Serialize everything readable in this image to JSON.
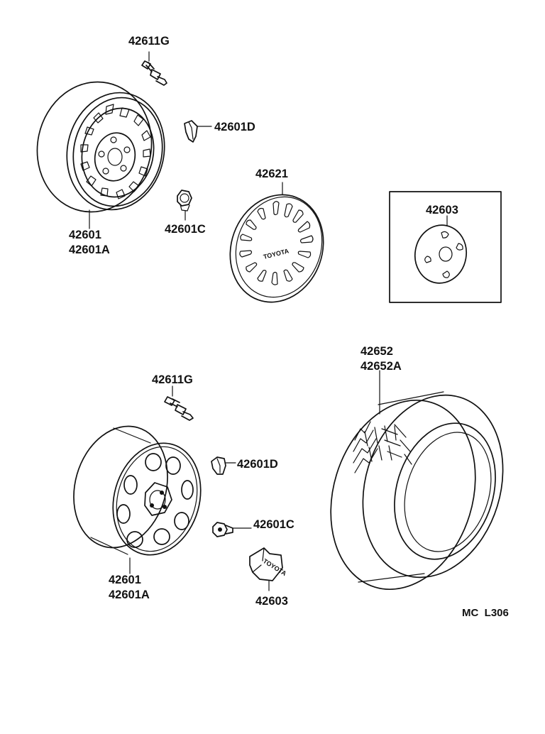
{
  "labels": {
    "valve_top": "42611G",
    "weight_top": "42601D",
    "nut_top": "42601C",
    "wheel_top_1": "42601",
    "wheel_top_2": "42601A",
    "wheel_cover": "42621",
    "cap_box": "42603",
    "valve_bottom": "42611G",
    "weight_bottom": "42601D",
    "nut_bottom": "42601C",
    "wheel_bottom_1": "42601",
    "wheel_bottom_2": "42601A",
    "cap_bottom": "42603",
    "tire_1": "42652",
    "tire_2": "42652A"
  },
  "logos": {
    "cover_logo": "TOYOTA",
    "cap_logo": "TOYOTA"
  },
  "footer": {
    "code": "MC  L306"
  }
}
